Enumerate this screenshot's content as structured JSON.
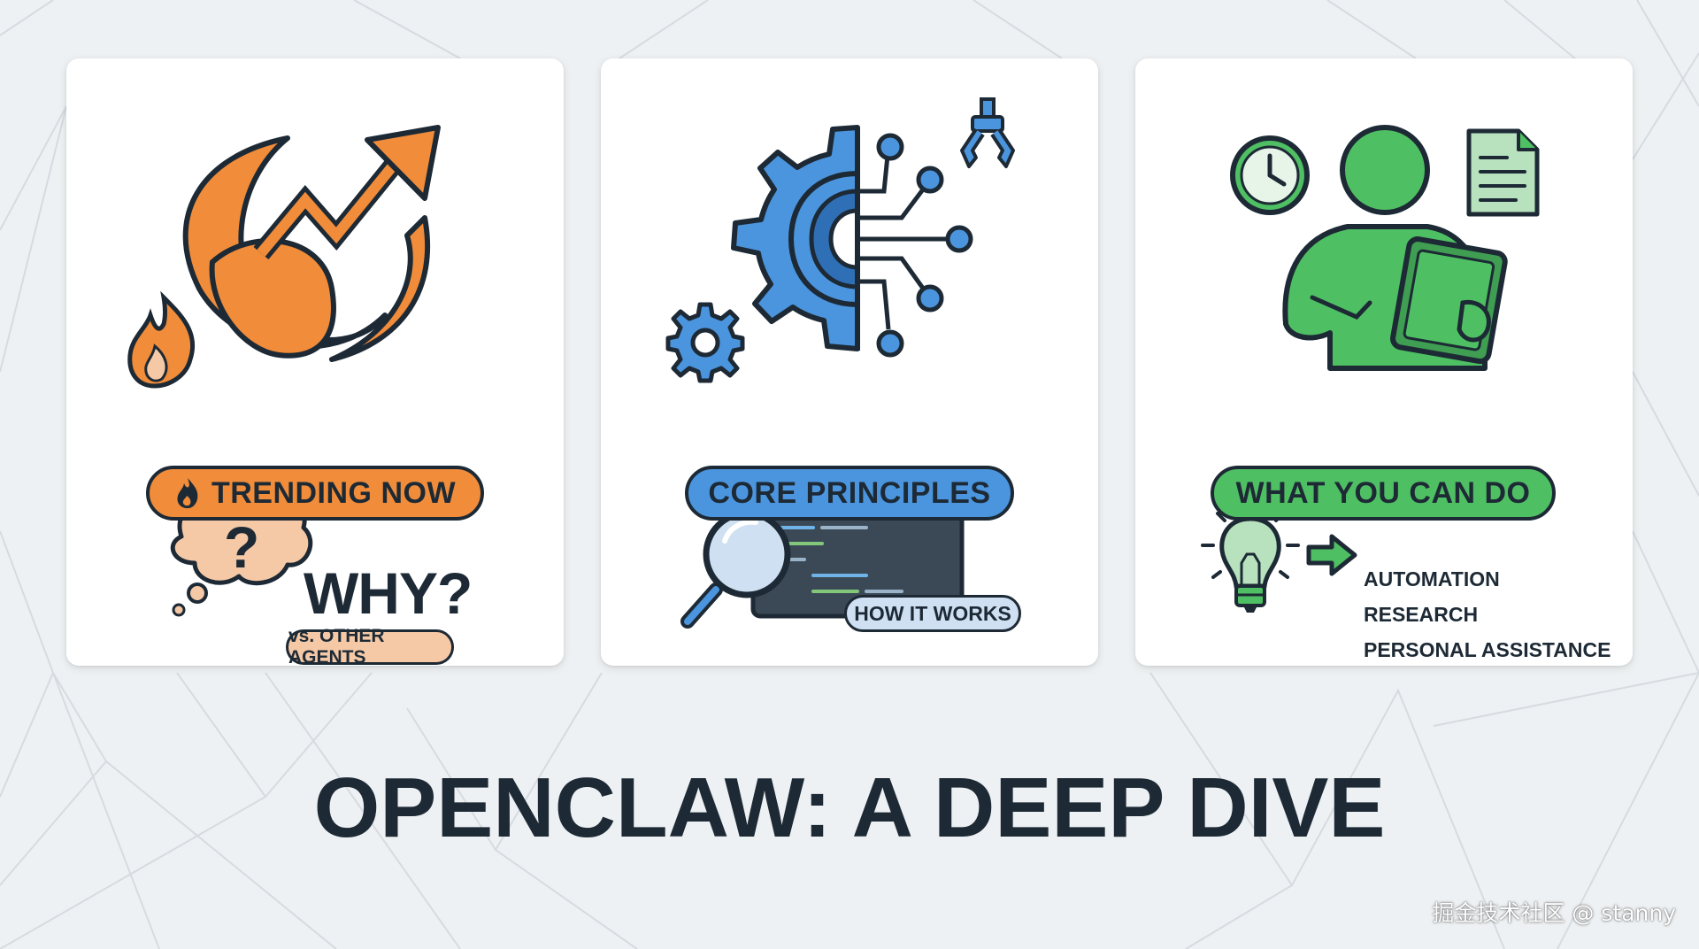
{
  "cards": [
    {
      "badge": "TRENDING NOW",
      "badge_icon": "flame-icon",
      "question": "WHY?",
      "question_mark": "?",
      "subtitle": "vs. OTHER AGENTS",
      "accent": "#f08c3a",
      "icons": [
        "crescent-logo-icon",
        "trend-arrow-icon",
        "flame-icon",
        "thought-bubble-icon"
      ]
    },
    {
      "badge": "CORE PRINCIPLES",
      "subtitle": "HOW IT WORKS",
      "accent": "#4b95de",
      "icons": [
        "gear-circuit-icon",
        "small-gear-icon",
        "robotic-claw-icon",
        "magnifier-icon",
        "code-screen-icon"
      ]
    },
    {
      "badge": "WHAT YOU CAN DO",
      "accent": "#4fbf63",
      "uses": [
        "AUTOMATION",
        "RESEARCH",
        "PERSONAL ASSISTANCE"
      ],
      "icons": [
        "clock-icon",
        "person-tablet-icon",
        "document-icon",
        "lightbulb-icon",
        "arrow-right-icon"
      ]
    }
  ],
  "title": "OPENCLAW: A DEEP DIVE",
  "watermark": "掘金技术社区 @ stanny",
  "colors": {
    "background": "#eef1f3",
    "dark": "#1d2a35",
    "orange": "#f08c3a",
    "blue": "#4b95de",
    "green": "#4fbf63"
  }
}
